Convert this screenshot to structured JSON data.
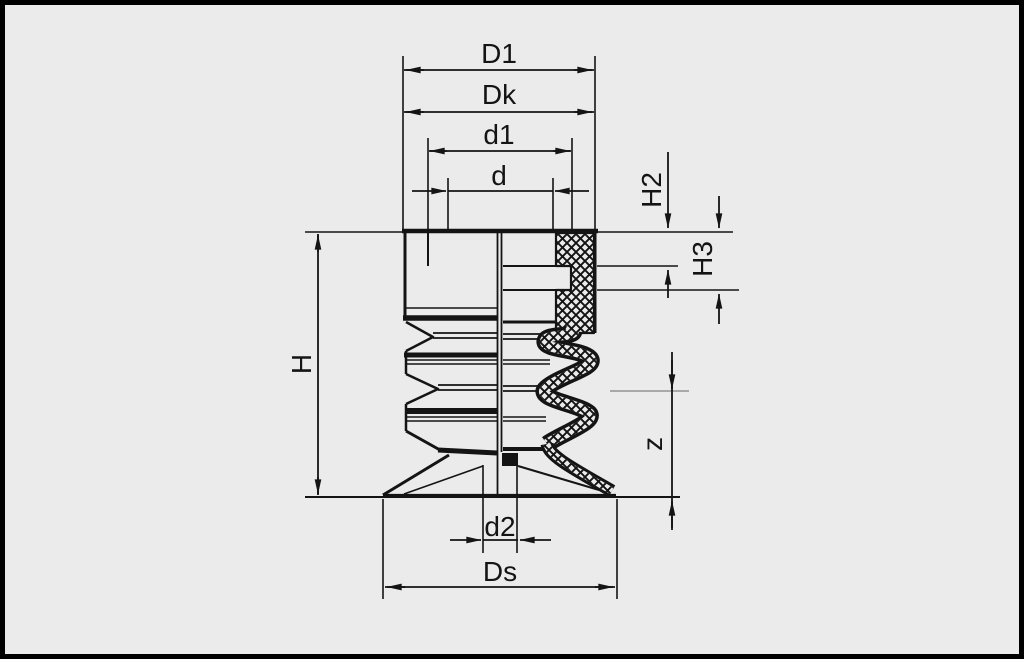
{
  "drawing": {
    "type": "technical-drawing",
    "subject": "bellows-suction-cup-half-section",
    "labels": {
      "D1": "D1",
      "Dk": "Dk",
      "d1": "d1",
      "d": "d",
      "H": "H",
      "H2": "H2",
      "H3": "H3",
      "z": "z",
      "d2": "d2",
      "Ds": "Ds"
    },
    "colors": {
      "background": "#ebebeb",
      "line": "#141414",
      "reference_gray": "#a9a9a9",
      "frame": "#000000"
    }
  }
}
